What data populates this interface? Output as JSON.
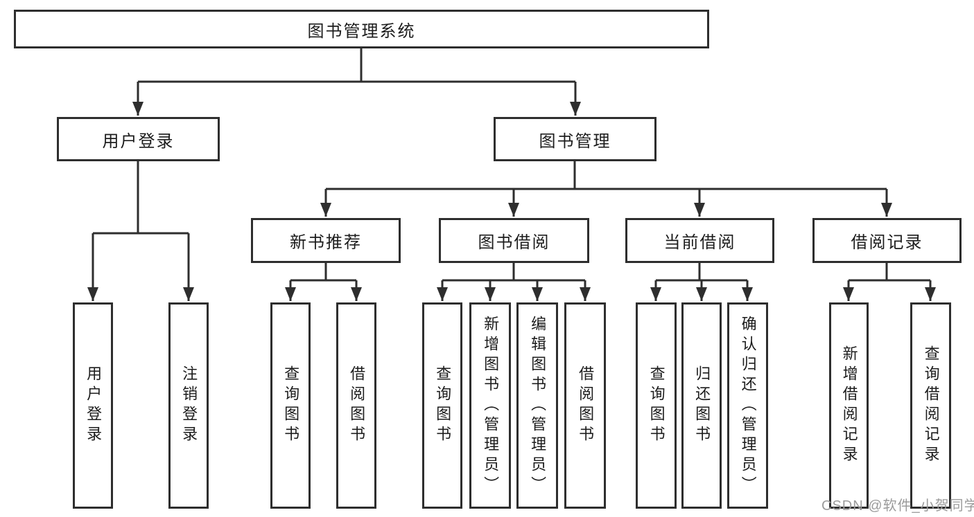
{
  "colors": {
    "line": "#2e2e2e",
    "text": "#1c1c1c",
    "watermark": "#9b9b9b",
    "background": "#ffffff"
  },
  "watermark": "CSDN @软件_小贺同学",
  "tree": {
    "root": {
      "label": "图书管理系统"
    },
    "branches": [
      {
        "label": "用户登录",
        "children": [
          "用户登录",
          "注销登录"
        ]
      },
      {
        "label": "图书管理",
        "sections": [
          {
            "label": "新书推荐",
            "children": [
              "查询图书",
              "借阅图书"
            ]
          },
          {
            "label": "图书借阅",
            "children": [
              "查询图书",
              "新增图书（管理员）",
              "编辑图书（管理员）",
              "借阅图书"
            ]
          },
          {
            "label": "当前借阅",
            "children": [
              "查询图书",
              "归还图书",
              "确认归还（管理员）"
            ]
          },
          {
            "label": "借阅记录",
            "children": [
              "新增借阅记录",
              "查询借阅记录"
            ]
          }
        ]
      }
    ]
  }
}
